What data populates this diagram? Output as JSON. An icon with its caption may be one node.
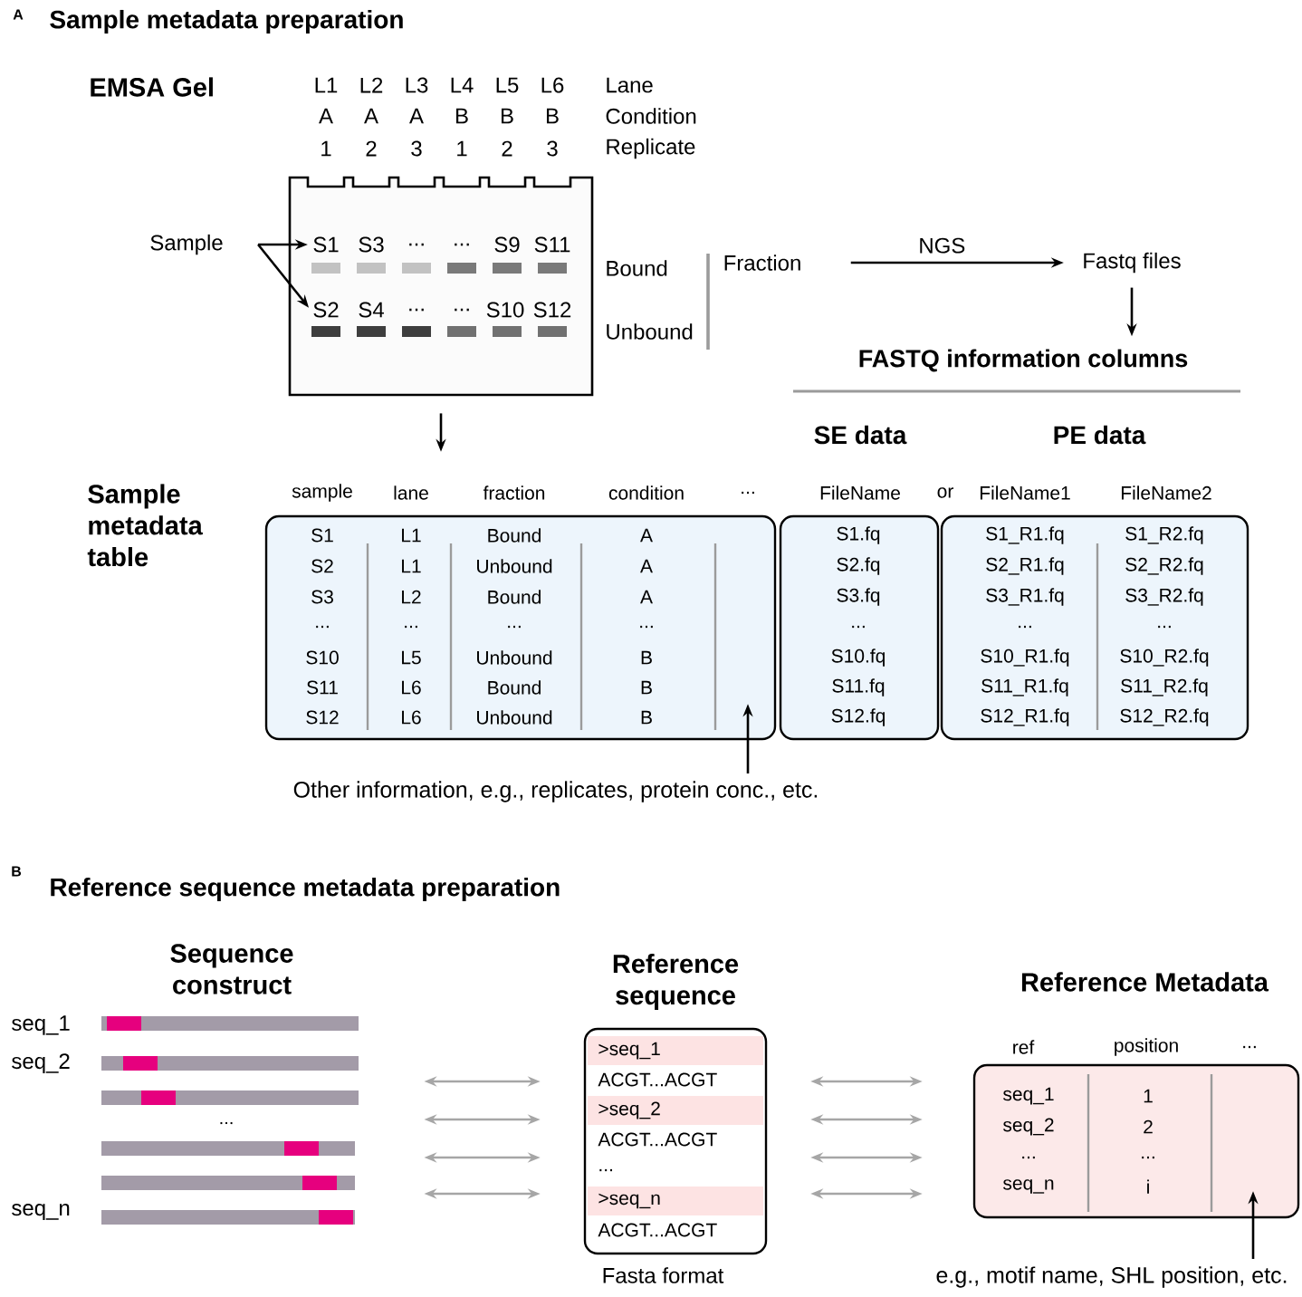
{
  "diagram": {
    "nodes": [
      {
        "text": [
          "S3",
          "...",
          "...",
          "S9",
          "S11",
          "S4",
          "...",
          "...",
          "S10",
          "S12"
        ]
      },
      {
        "text": [
          "S1"
        ],
        "in": 0
      },
      {
        "text": [
          "S2"
        ],
        "in": 0
      },
      {
        "text": [
          "Sample"
        ]
      },
      {
        "text": [
          "Fraction"
        ]
      },
      {
        "text": [
          "Fastq files"
        ]
      },
      {
        "text": [
          "FASTQ information columns"
        ]
      },
      {
        "text": [
          "sample",
          "lane",
          "fraction",
          "condition",
          "...",
          "S1",
          "L1",
          "Bound",
          "A",
          "S2",
          "L1",
          "Unbound",
          "A",
          "S3",
          "L2",
          "Bound",
          "A",
          "...",
          "...",
          "...",
          "...",
          "S10",
          "L5",
          "Unbound",
          "B",
          "S11",
          "L6",
          "Bound",
          "B",
          "S12",
          "L6",
          "Unbound",
          "B"
        ],
        "beside": [
          "Sample metadata table"
        ]
      },
      {
        "text": [
          "SE data",
          "FileName",
          "S1.fq",
          "S2.fq",
          "S3.fq",
          "...",
          "S10.fq",
          "S11.fq",
          "S12.fq"
        ]
      },
      {
        "text": [
          "PE data",
          "FileName1",
          "FileName2",
          "S1_R1.fq",
          "S1_R2.fq",
          "S2_R1.fq",
          "S2_R2.fq",
          "S3_R1.fq",
          "S3_R2.fq",
          "...",
          "...",
          "S10_R1.fq",
          "S10_R2.fq",
          "S11_R1.fq",
          "S11_R2.fq",
          "S12_R1.fq",
          "S12_R2.fq"
        ]
      },
      {
        "text": [
          "Other information, e.g., replicates, protein conc., etc."
        ]
      },
      {
        "text": [
          "Sequence construct"
        ]
      },
      {
        "text": [
          "Reference sequence",
          ">seq_1",
          "ACGT...ACGT",
          ">seq_2",
          "ACGT...ACGT",
          "...",
          ">seq_n",
          "ACGT...ACGT"
        ],
        "beside": [
          "Fasta format"
        ]
      },
      {
        "text": [
          "Reference Metadata",
          "ref",
          "position",
          "...",
          "seq_1",
          "1",
          "seq_2",
          "2",
          "...",
          "...",
          "seq_n",
          "i"
        ]
      },
      {
        "text": [
          "e.g., motif name, SHL position, etc."
        ]
      }
    ],
    "edges": [
      {
        "from": 3,
        "to": 1,
        "arrow": "to",
        "color": "#000000"
      },
      {
        "from": 3,
        "to": 2,
        "arrow": "to",
        "color": "#000000"
      },
      {
        "from": 4,
        "to": 5,
        "arrow": "to",
        "label": "NGS",
        "color": "#000000"
      },
      {
        "from": 5,
        "to": 6,
        "arrow": "to",
        "color": "#000000"
      },
      {
        "from": 0,
        "to": 7,
        "arrow": "to",
        "color": "#000000"
      },
      {
        "from": 10,
        "to": 7,
        "arrow": "to",
        "color": "#000000"
      },
      {
        "from": 11,
        "to": 12,
        "arrow": "both",
        "color": "#a6a6a6"
      },
      {
        "from": 11,
        "to": 12,
        "arrow": "both",
        "color": "#a6a6a6"
      },
      {
        "from": 11,
        "to": 12,
        "arrow": "both",
        "color": "#a6a6a6"
      },
      {
        "from": 11,
        "to": 12,
        "arrow": "both",
        "color": "#a6a6a6"
      },
      {
        "from": 12,
        "to": 13,
        "arrow": "both",
        "color": "#a6a6a6"
      },
      {
        "from": 12,
        "to": 13,
        "arrow": "both",
        "color": "#a6a6a6"
      },
      {
        "from": 12,
        "to": 13,
        "arrow": "both",
        "color": "#a6a6a6"
      },
      {
        "from": 12,
        "to": 13,
        "arrow": "both",
        "color": "#a6a6a6"
      },
      {
        "from": 14,
        "to": 13,
        "arrow": "to",
        "color": "#000000"
      }
    ],
    "labels": [
      "A",
      "Sample metadata preparation",
      "EMSA Gel",
      "L1",
      "L2",
      "L3",
      "L4",
      "L5",
      "L6",
      "Lane",
      "A",
      "A",
      "A",
      "B",
      "B",
      "B",
      "Condition",
      "1",
      "2",
      "3",
      "1",
      "2",
      "3",
      "Replicate",
      "Bound",
      "Unbound",
      "or",
      "B",
      "Reference sequence metadata preparation",
      "seq_1",
      "seq_2",
      "...",
      "seq_n"
    ]
  }
}
